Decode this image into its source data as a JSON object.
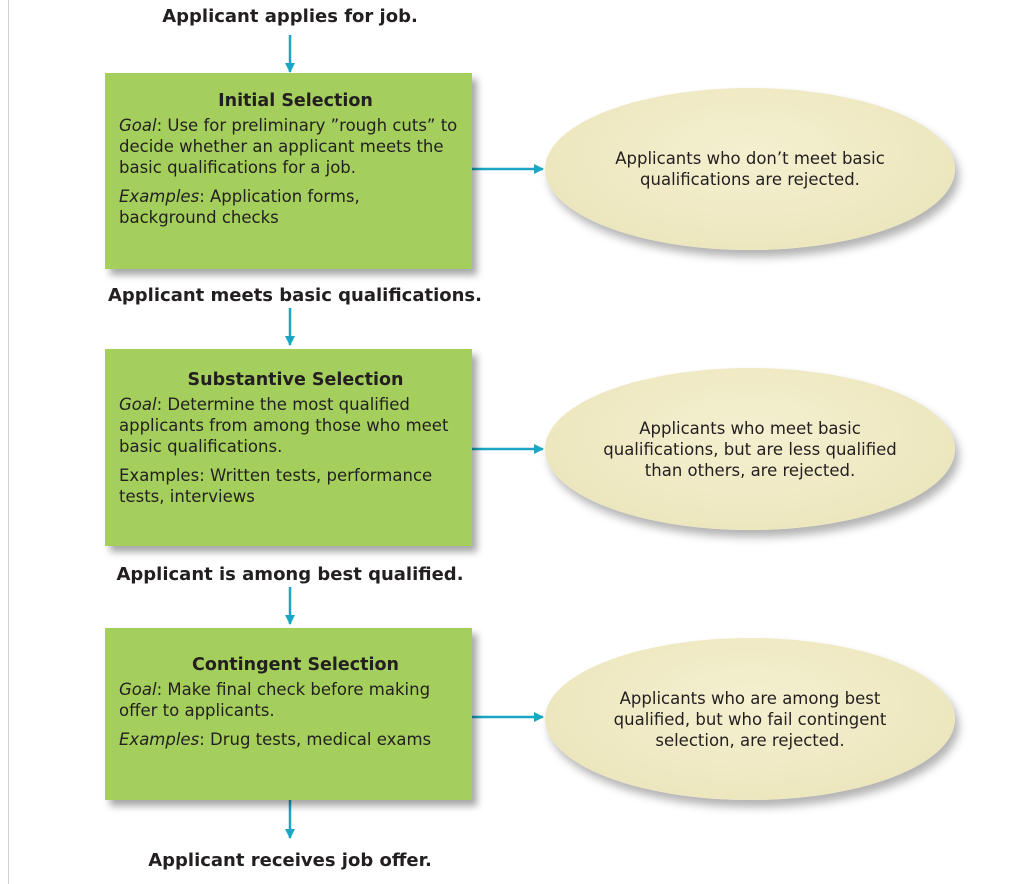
{
  "flow": {
    "start_label": "Applicant applies for job.",
    "after_initial": "Applicant meets basic qualifications.",
    "after_substantive": "Applicant is among best qualified.",
    "end_label": "Applicant receives job offer."
  },
  "stages": [
    {
      "title": "Initial Selection",
      "goal_key": "Goal",
      "goal_text": ": Use for preliminary ”rough cuts” to decide whether an applicant meets the basic qualifications for a job.",
      "examples_key": "Examples",
      "examples_text": ": Application forms, background checks",
      "rejection": "Applicants who don’t meet basic qualifications are rejected."
    },
    {
      "title": "Substantive Selection",
      "goal_key": "Goal",
      "goal_text": ": Determine the most qualified applicants from among those who meet basic qualifications.",
      "examples_key": "Examples",
      "examples_text": ": Written tests, performance tests, interviews",
      "rejection": "Applicants who meet basic qualifications, but are less qualified than others, are rejected."
    },
    {
      "title": "Contingent Selection",
      "goal_key": "Goal",
      "goal_text": ": Make final check before making offer to applicants.",
      "examples_key": "Examples",
      "examples_text": ": Drug tests, medical exams",
      "rejection": "Applicants who are among best qualified, but who fail contingent selection, are rejected."
    }
  ],
  "colors": {
    "stage_box": "#a4cf5c",
    "rejection_ellipse": "#ede7bf",
    "arrow": "#1aa6c4"
  },
  "icons": {
    "down_arrow": "down-arrow-icon",
    "right_arrow": "right-arrow-icon"
  }
}
